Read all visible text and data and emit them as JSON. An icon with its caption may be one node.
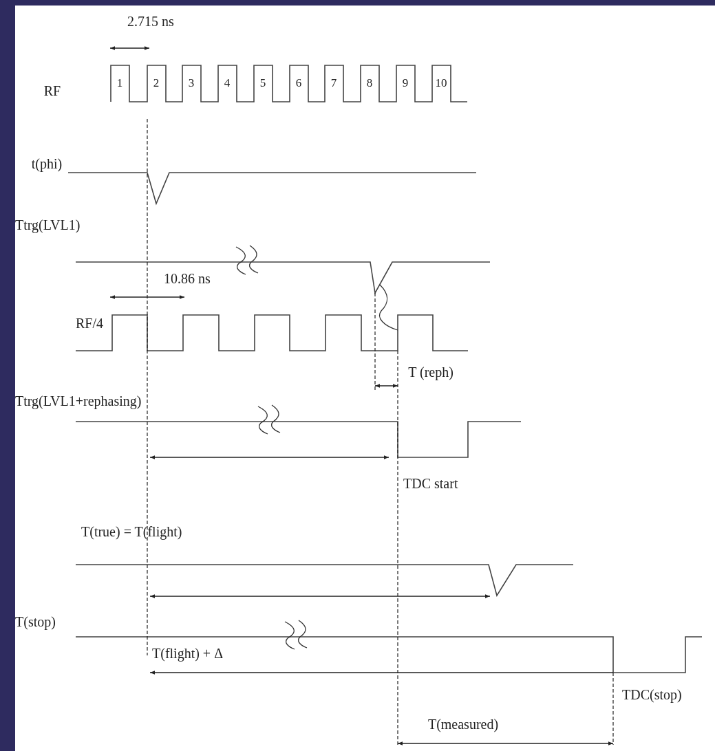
{
  "diagram": {
    "labels": [
      "2.715 ns",
      "RF",
      "1",
      "2",
      "3",
      "4",
      "5",
      "6",
      "7",
      "8",
      "9",
      "10",
      "t(phi)",
      "Ttrg(LVL1)",
      "10.86 ns",
      "RF/4",
      "T (reph)",
      "Ttrg(LVL1+rephasing)",
      "TDC start",
      "T(true) = T(flight)",
      "T(stop)",
      "T(flight) + Δ",
      "TDC(stop)",
      "T(measured)"
    ]
  }
}
